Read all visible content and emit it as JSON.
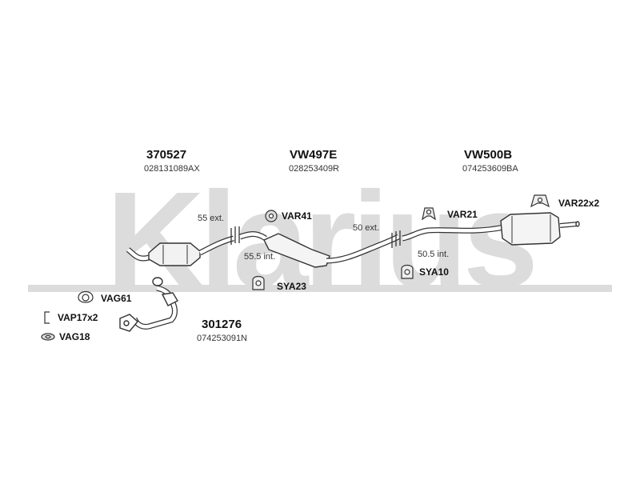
{
  "watermark": {
    "text": "Klarius",
    "color": "#d9d9d9"
  },
  "main_parts": [
    {
      "id": "370527",
      "oem": "028131089AX"
    },
    {
      "id": "VW497E",
      "oem": "028253409R"
    },
    {
      "id": "VW500B",
      "oem": "074253609BA"
    },
    {
      "id": "301276",
      "oem": "074253091N"
    }
  ],
  "dimensions": {
    "d1": "55 ext.",
    "d2": "55.5 int.",
    "d3": "50 ext.",
    "d4": "50.5 int."
  },
  "accessories": {
    "var41": "VAR41",
    "sya23": "SYA23",
    "var21": "VAR21",
    "sya10": "SYA10",
    "var22": "VAR22x2",
    "vag61": "VAG61",
    "vap17": "VAP17x2",
    "vag18": "VAG18"
  }
}
